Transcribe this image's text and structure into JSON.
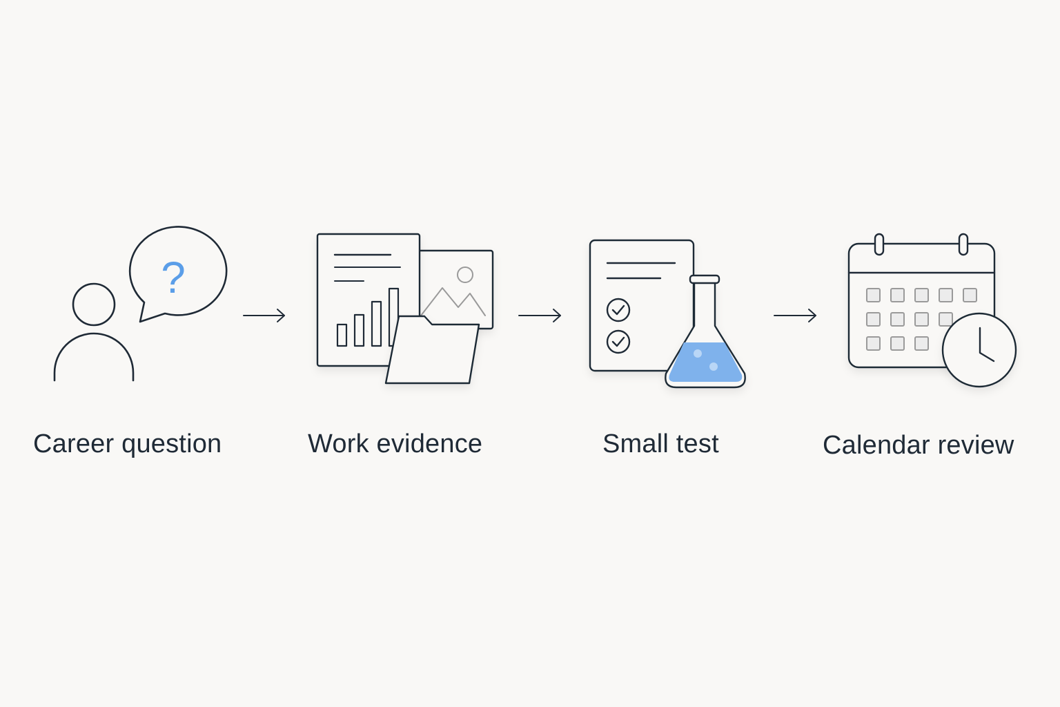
{
  "steps": [
    {
      "label": "Career question",
      "icon": "person-question-icon"
    },
    {
      "label": "Work evidence",
      "icon": "documents-folder-icon"
    },
    {
      "label": "Small test",
      "icon": "checklist-flask-icon"
    },
    {
      "label": "Calendar review",
      "icon": "calendar-clock-icon"
    }
  ],
  "question_mark": "?",
  "colors": {
    "background": "#f9f8f6",
    "stroke": "#1f2a36",
    "accent": "#5b9ee8",
    "muted": "#9a9a9a"
  }
}
